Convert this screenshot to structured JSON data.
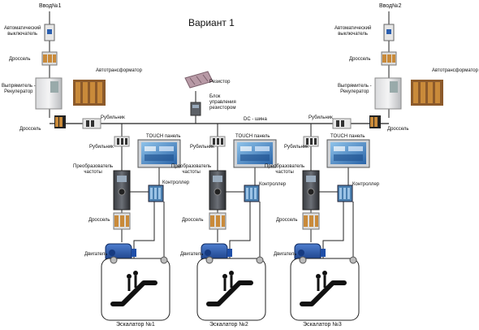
{
  "title": "Вариант 1",
  "inputs": [
    "Ввод№1",
    "Ввод№2"
  ],
  "labels": {
    "breaker": "Автоматический\nвыключатель",
    "choke": "Дроссель",
    "autotransformer": "Автотрансформатор",
    "rectifier": "Выпрямитель -\nРекулератор",
    "switch": "Рубильник",
    "resistor": "Резистор",
    "resistor_block": "Блок\nуправления\nрезистором",
    "dc_bus": "DC - шина",
    "touch_panel": "TOUCH панель",
    "converter": "Преобразователь\nчастоты",
    "controller": "Контроллер",
    "controller_alt": "Контроллер",
    "motor": "Двигатель"
  },
  "escalators": [
    "Эскалатор №1",
    "Эскалатор №2",
    "Эскалатор №3"
  ],
  "colors": {
    "line": "#222222",
    "panel_screen": "#3a78c0",
    "motor": "#1f4fa8",
    "cabinet": "#5c6066",
    "controller": "#4a7fb0",
    "transformer_core": "#8c5a2b",
    "coil": "#c98a3a",
    "resistor": "#b89aa6"
  },
  "icons": [
    "breaker-icon",
    "choke-icon",
    "autotransformer-icon",
    "rectifier-cabinet-icon",
    "switch-icon",
    "resistor-icon",
    "touch-panel-icon",
    "converter-cabinet-icon",
    "controller-icon",
    "motor-icon",
    "escalator-icon"
  ]
}
